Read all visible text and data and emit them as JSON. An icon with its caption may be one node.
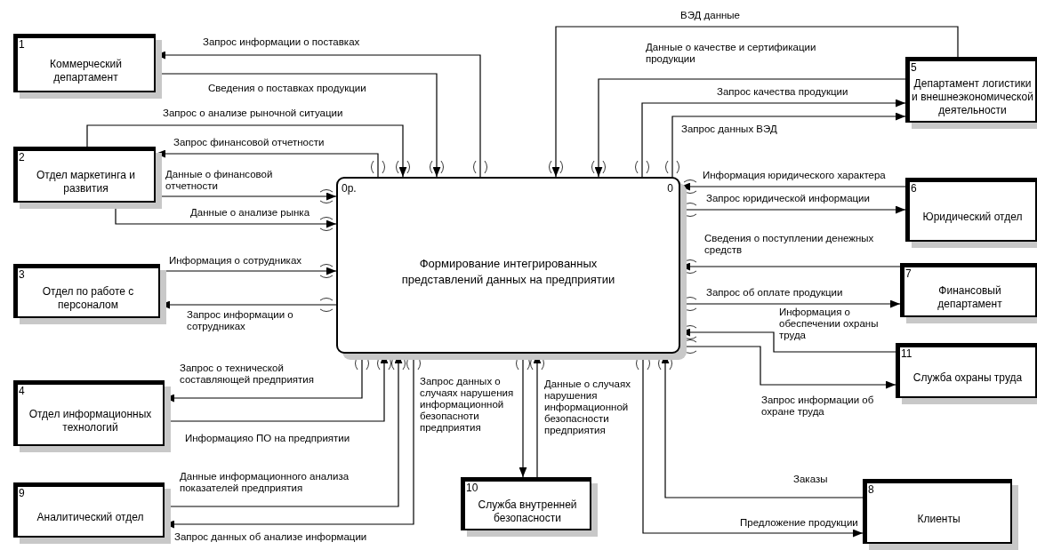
{
  "diagram": {
    "nodes": [
      {
        "text": [
          "1",
          "Коммерческий департамент"
        ]
      },
      {
        "text": [
          "5",
          "Департамент логистики и внешнеэкономической деятельности"
        ]
      },
      {
        "text": [
          "2",
          "Отдел маркетинга и развития"
        ]
      },
      {
        "text": [
          "0р.",
          "0",
          "Формирование интегрированных представлений данных на предприятии"
        ]
      },
      {
        "text": [
          "6",
          "Юридический отдел"
        ]
      },
      {
        "text": [
          "3",
          "Отдел по работе с персоналом"
        ]
      },
      {
        "text": [
          "7",
          "Финансовый департамент"
        ]
      },
      {
        "text": [
          "11",
          "Служба охраны труда"
        ]
      },
      {
        "text": [
          "4",
          "Отдел информационных технологий"
        ]
      },
      {
        "text": [
          "10",
          "Служба внутренней безопасности"
        ]
      },
      {
        "text": [
          "8",
          "Клиенты"
        ]
      },
      {
        "text": [
          "9",
          "Аналитический отдел"
        ]
      }
    ],
    "edges": [
      {
        "from": 3,
        "to": 0,
        "arrow": "to",
        "label": "Запрос информации о поставках"
      },
      {
        "from": 0,
        "to": 3,
        "arrow": "to",
        "label": "Сведения о поставках продукции"
      },
      {
        "from": 2,
        "to": 3,
        "arrow": "to",
        "label": "Запрос о анализе рыночной ситуации"
      },
      {
        "from": 3,
        "to": 2,
        "arrow": "to",
        "label": "Запрос финансовой отчетности"
      },
      {
        "from": 2,
        "to": 3,
        "arrow": "to",
        "label": "Данные о финансовой отчетности"
      },
      {
        "from": 2,
        "to": 3,
        "arrow": "to",
        "label": "Данные о анализе рынка"
      },
      {
        "from": 1,
        "to": 3,
        "arrow": "to",
        "label": "ВЭД данные"
      },
      {
        "from": 1,
        "to": 3,
        "arrow": "to",
        "label": "Данные о качестве и сертификации продукции"
      },
      {
        "from": 3,
        "to": 1,
        "arrow": "to",
        "label": "Запрос качества продукции"
      },
      {
        "from": 3,
        "to": 1,
        "arrow": "to",
        "label": "Запрос данных ВЭД"
      },
      {
        "from": 4,
        "to": 3,
        "arrow": "to",
        "label": "Информация юридического характера"
      },
      {
        "from": 3,
        "to": 4,
        "arrow": "to",
        "label": "Запрос юридической информации"
      },
      {
        "from": 5,
        "to": 3,
        "arrow": "to",
        "label": "Информация о сотрудниках"
      },
      {
        "from": 3,
        "to": 5,
        "arrow": "to",
        "label": "Запрос информации о сотрудниках"
      },
      {
        "from": 6,
        "to": 3,
        "arrow": "to",
        "label": "Сведения о поступлении денежных средств"
      },
      {
        "from": 3,
        "to": 6,
        "arrow": "to",
        "label": "Запрос об оплате продукции"
      },
      {
        "from": 7,
        "to": 3,
        "arrow": "to",
        "label": "Информация о обеспечении охраны труда"
      },
      {
        "from": 3,
        "to": 7,
        "arrow": "to",
        "label": "Запрос информации об охране труда"
      },
      {
        "from": 3,
        "to": 8,
        "arrow": "to",
        "label": "Запрос о технической составляющей предприятия"
      },
      {
        "from": 8,
        "to": 3,
        "arrow": "to",
        "label": "Информацияо ПО на предприятии"
      },
      {
        "from": 11,
        "to": 3,
        "arrow": "to",
        "label": "Данные информационного анализа показателей предприятия"
      },
      {
        "from": 3,
        "to": 11,
        "arrow": "to",
        "label": "Запрос данных об анализе информации"
      },
      {
        "from": 3,
        "to": 9,
        "arrow": "to",
        "label": "Запрос данных о случаях нарушения информационной безопасноти предприятия"
      },
      {
        "from": 9,
        "to": 3,
        "arrow": "to",
        "label": "Данные о случаях нарушения информационной безопасности предприятия"
      },
      {
        "from": 10,
        "to": 3,
        "arrow": "to",
        "label": "Заказы"
      },
      {
        "from": 3,
        "to": 10,
        "arrow": "to",
        "label": "Предложение продукции"
      }
    ]
  }
}
